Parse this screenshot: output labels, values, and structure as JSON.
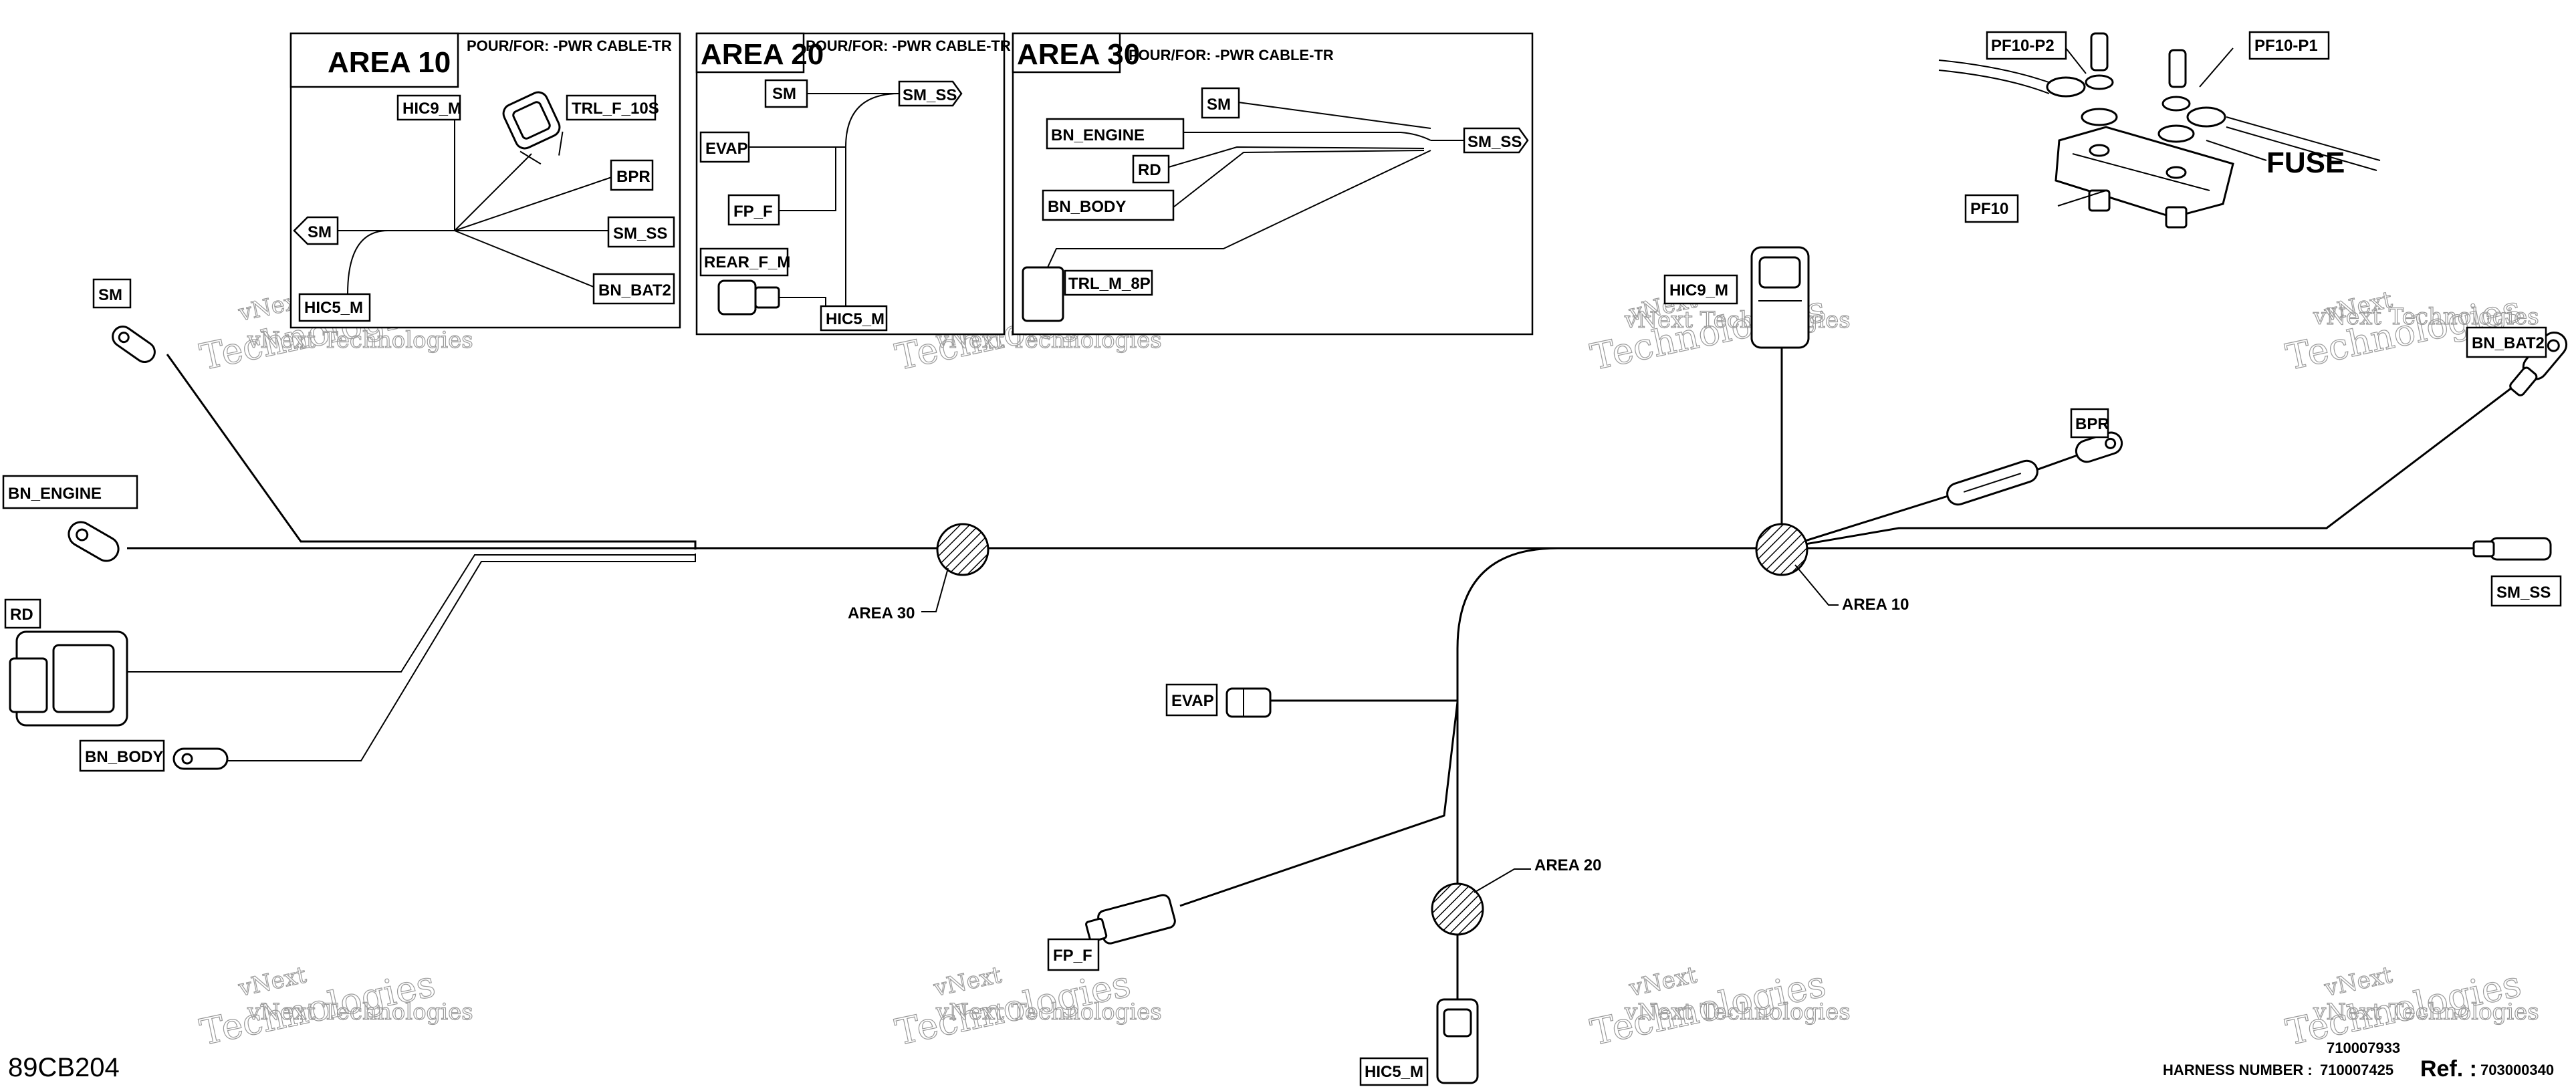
{
  "drawing_code": "89CB204",
  "harness": {
    "label": "HARNESS NUMBER :",
    "numbers": [
      "710007425",
      "710007933"
    ],
    "ref_label": "Ref. :",
    "ref_value": "703000340"
  },
  "watermark": {
    "line1": "vNext Technologies",
    "line2": "Technologies",
    "line3": "vNext"
  },
  "areas": [
    {
      "title": "AREA 10",
      "pour": "POUR/FOR: -PWR CABLE-TR",
      "labels": [
        "HIC9_M",
        "TRL_F_10S",
        "BPR",
        "SM",
        "SM_SS",
        "BN_BAT2",
        "HIC5_M"
      ]
    },
    {
      "title": "AREA 20",
      "pour": "POUR/FOR: -PWR CABLE-TR",
      "labels": [
        "SM",
        "SM_SS",
        "EVAP",
        "FP_F",
        "REAR_F_M",
        "HIC5_M"
      ]
    },
    {
      "title": "AREA 30",
      "pour": "POUR/FOR: -PWR CABLE-TR",
      "labels": [
        "SM",
        "BN_ENGINE",
        "SM_SS",
        "RD",
        "BN_BODY",
        "TRL_M_8P"
      ]
    }
  ],
  "fuse": {
    "labels": [
      "PF10-P2",
      "PF10-P1",
      "FUSE",
      "PF10"
    ]
  },
  "main": {
    "labels": {
      "sm": "SM",
      "bn_engine": "BN_ENGINE",
      "rd": "RD",
      "bn_body": "BN_BODY",
      "area30": "AREA 30",
      "hic9_m": "HIC9_M",
      "bpr": "BPR",
      "bn_bat2": "BN_BAT2",
      "sm_ss": "SM_SS",
      "area10": "AREA 10",
      "evap": "EVAP",
      "area20": "AREA 20",
      "fp_f": "FP_F",
      "hic5_m": "HIC5_M"
    }
  }
}
